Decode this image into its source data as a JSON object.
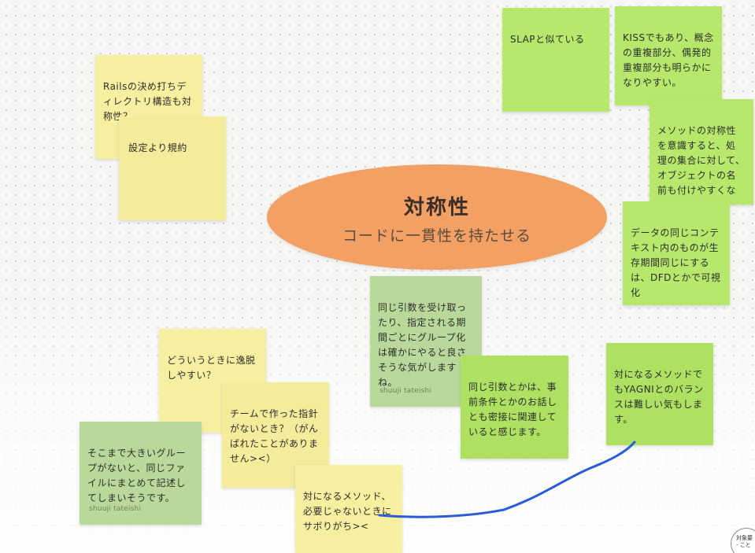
{
  "topic": {
    "title": "対称性",
    "subtitle": "コードに一貫性を持たせる"
  },
  "notes": {
    "rails": "Railsの決め打ちディレクトリ構造も対称性？",
    "convention": "設定より規約",
    "slap": "SLAPと似ている",
    "kiss": "KISSでもあり、概念の重複部分、偶発的重複部分も明らかになりやすい。",
    "method_symmetry": "メソッドの対称性を意識すると、処理の集合に対して、オブジェクトの名前も付けやすくなる。",
    "lifecycle": "データの同じコンテキスト内のものが生存期間同じにするは、DFDとかで可視化",
    "same_args": "同じ引数を受け取ったり、指定される期間ごとにグループ化は確かにやると良さそうな気がしますね。",
    "same_args_author": "shuuji tateishi",
    "coupling": "同じ引数とかは、事前条件とかのお話しとも密接に関連していると感じます。",
    "yagni": "対になるメソッドでもYAGNIとのバランスは難しい気もします。",
    "when_deviate": "どういうときに逸脱しやすい？",
    "team_guideline": "チームで作った指針がないとき？（がんばれたことがありません><）",
    "big_group": "そこまで大きいグループがないと、同じファイルにまとめて記述してしまいそうです。",
    "big_group_author": "shuuji tateishi",
    "lazy": "対になるメソッド、必要じゃないときにサボりがち><"
  },
  "widget": {
    "line1": "対象要",
    "line2": "- こと"
  },
  "colors": {
    "ellipse": "#f2a064",
    "yellow_note": "#f7efa0",
    "green_note": "#b7e86b",
    "sage_note": "#b9d99a",
    "connector": "#2a5bd7"
  }
}
